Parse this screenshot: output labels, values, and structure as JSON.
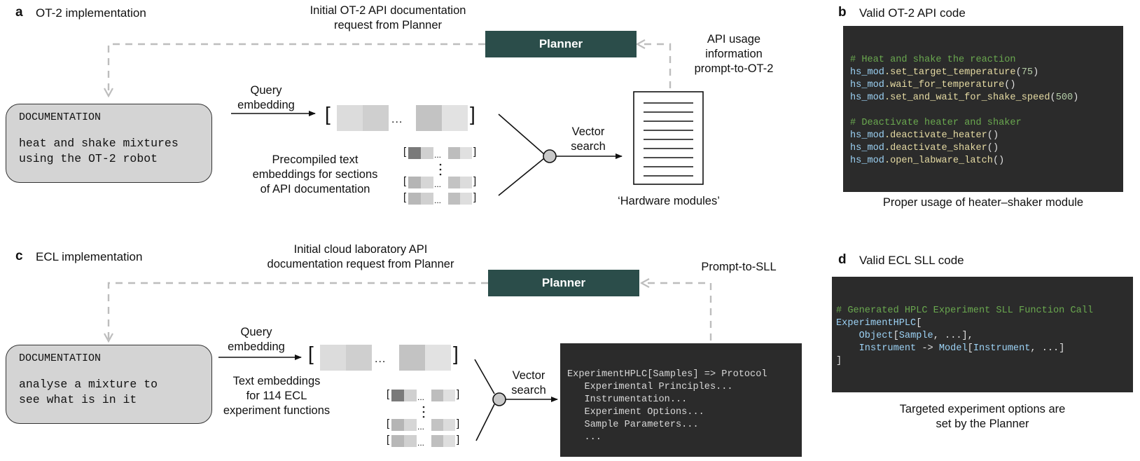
{
  "panels": {
    "a": {
      "letter": "a",
      "title": "OT-2 implementation"
    },
    "b": {
      "letter": "b",
      "title": "Valid OT-2 API code",
      "caption": "Proper usage of heater–shaker module"
    },
    "c": {
      "letter": "c",
      "title": "ECL implementation"
    },
    "d": {
      "letter": "d",
      "title": "Valid ECL SLL code",
      "caption_line1": "Targeted experiment options are",
      "caption_line2": "set by the Planner"
    }
  },
  "ot2": {
    "request_line1": "Initial OT-2 API documentation",
    "request_line2": "request from Planner",
    "planner": "Planner",
    "usage_line1": "API usage",
    "usage_line2": "information",
    "usage_line3": "prompt-to-OT-2",
    "doc_header": "DOCUMENTATION",
    "doc_line1": "heat and shake mixtures",
    "doc_line2": "using the OT-2 robot",
    "query_line1": "Query",
    "query_line2": "embedding",
    "precomp_line1": "Precompiled text",
    "precomp_line2": "embeddings for sections",
    "precomp_line3": "of API documentation",
    "vector_line1": "Vector",
    "vector_line2": "search",
    "hardware": "‘Hardware modules’"
  },
  "ecl": {
    "request_line1": "Initial cloud laboratory API",
    "request_line2": "documentation request from Planner",
    "planner": "Planner",
    "prompt": "Prompt-to-SLL",
    "doc_header": "DOCUMENTATION",
    "doc_line1": "analyse a mixture to",
    "doc_line2": "see what is in it",
    "query_line1": "Query",
    "query_line2": "embedding",
    "text_line1": "Text embeddings",
    "text_line2": "for 114 ECL",
    "text_line3": "experiment functions",
    "vector_line1": "Vector",
    "vector_line2": "search",
    "result_lines": [
      "ExperimentHPLC[Samples] => Protocol",
      "   Experimental Principles...",
      "   Instrumentation...",
      "   Experiment Options...",
      "   Sample Parameters...",
      "   ..."
    ]
  },
  "ellipsis": "...",
  "bracket_open": "[",
  "bracket_close": "]",
  "code_b": {
    "comment1": "# Heat and shake the reaction",
    "l1_var": "hs_mod",
    "l1_fn": ".set_target_temperature",
    "l1_open": "(",
    "l1_num": "75",
    "l1_close": ")",
    "l2_var": "hs_mod",
    "l2_fn": ".wait_for_temperature",
    "l2_args": "()",
    "l3_var": "hs_mod",
    "l3_fn": ".set_and_wait_for_shake_speed",
    "l3_open": "(",
    "l3_num": "500",
    "l3_close": ")",
    "comment2": "# Deactivate heater and shaker",
    "l4_var": "hs_mod",
    "l4_fn": ".deactivate_heater",
    "l4_args": "()",
    "l5_var": "hs_mod",
    "l5_fn": ".deactivate_shaker",
    "l5_args": "()",
    "l6_var": "hs_mod",
    "l6_fn": ".open_labware_latch",
    "l6_args": "()"
  },
  "code_d": {
    "comment": "# Generated HPLC Experiment SLL Function Call",
    "fn": "ExperimentHPLC",
    "fn_open": "[",
    "obj": "Object",
    "obj_open": "[",
    "sample": "Sample",
    "obj_rest": ", ...],",
    "inst": "Instrument",
    "arrow": " -> ",
    "model": "Model",
    "model_open": "[",
    "inst2": "Instrument",
    "model_rest": ", ...]",
    "close": "]"
  },
  "colors": {
    "planner": "#2b4d4a",
    "code_bg": "#2b2b2b",
    "doc_box": "#d4d4d4",
    "dashed_arrow": "#bdbdbd",
    "comment": "#6aa84f",
    "variable": "#9cd2f5",
    "function": "#e6dba3",
    "number": "#b5cea8"
  }
}
